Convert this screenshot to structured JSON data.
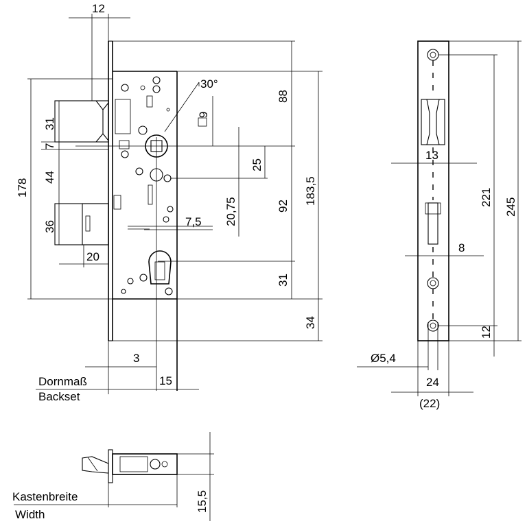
{
  "colors": {
    "line": "#000000",
    "background": "#ffffff"
  },
  "front_view": {
    "dims": {
      "faceplate_width": "12",
      "angle": "30°",
      "square": "9",
      "spindle_hub_upper": "88",
      "spindle_to_aux": "25",
      "aux_offset": "20,75",
      "cam_offset": "7,5",
      "spindle_to_cylinder": "92",
      "overall_height": "183,5",
      "cylinder_to_bottom": "31",
      "below_case": "34",
      "left_overall": "178",
      "latch_height": "31",
      "latch_gap": "7",
      "middle_gap": "44",
      "bolt_height": "36",
      "bolt_throw": "20",
      "front_offset": "3",
      "backset_value": "15"
    },
    "labels": {
      "backset_de": "Dornmaß",
      "backset_en": "Backset"
    }
  },
  "side_view": {
    "dims": {
      "latch_width": "13",
      "bolt_width": "8",
      "hole_spacing": "221",
      "total_length": "245",
      "end_to_hole": "12",
      "hole_diameter": "Ø5,4",
      "plate_width": "24",
      "plate_width_alt": "(22)"
    }
  },
  "bottom_view": {
    "dims": {
      "case_width": "15,5"
    },
    "labels": {
      "case_width_de": "Kastenbreite",
      "case_width_en": "Width"
    }
  }
}
